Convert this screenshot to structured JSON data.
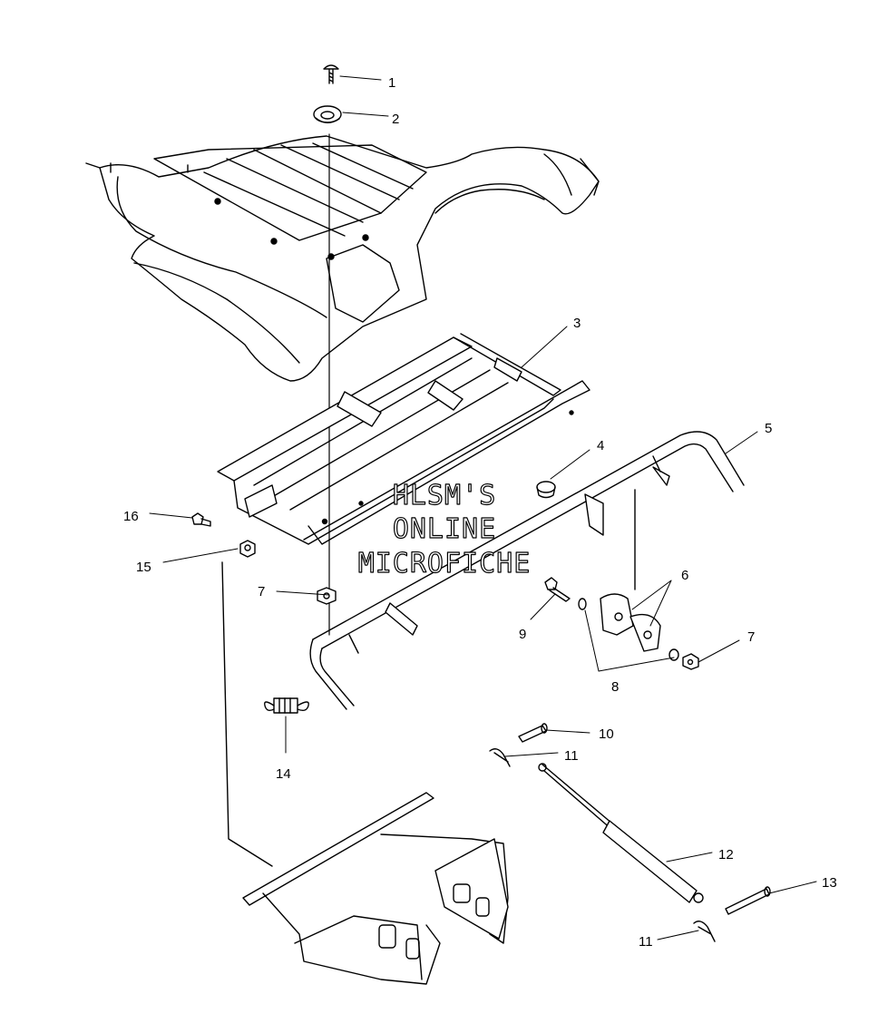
{
  "watermark": {
    "line1": "HLSM'S",
    "line2": "ONLINE",
    "line3": "MICROFICHE"
  },
  "callouts": [
    "1",
    "2",
    "3",
    "4",
    "5",
    "6",
    "7",
    "7",
    "8",
    "9",
    "10",
    "11",
    "11",
    "12",
    "13",
    "14",
    "15",
    "16"
  ],
  "colors": {
    "ink": "#000000",
    "paper": "#ffffff"
  }
}
